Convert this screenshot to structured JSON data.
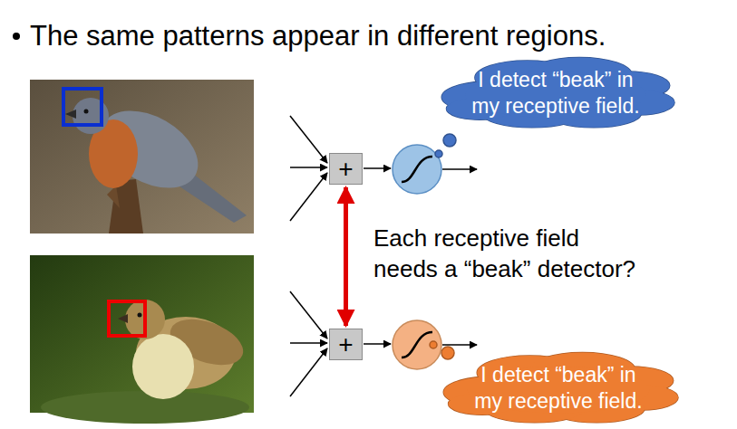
{
  "diagram": {
    "title": "The same patterns appear in different regions.",
    "nodes": [
      {
        "text": [
          "I detect “beak” in my receptive field."
        ]
      },
      {
        "text": [
          "+"
        ]
      },
      {
        "text": [
          "+"
        ]
      },
      {
        "text": [
          "I detect “beak” in my receptive field."
        ]
      }
    ],
    "edges": [
      {
        "from": 1,
        "to": 2,
        "arrow": "both"
      }
    ],
    "labels": [
      "Each receptive field needs a “beak” detector?"
    ]
  }
}
